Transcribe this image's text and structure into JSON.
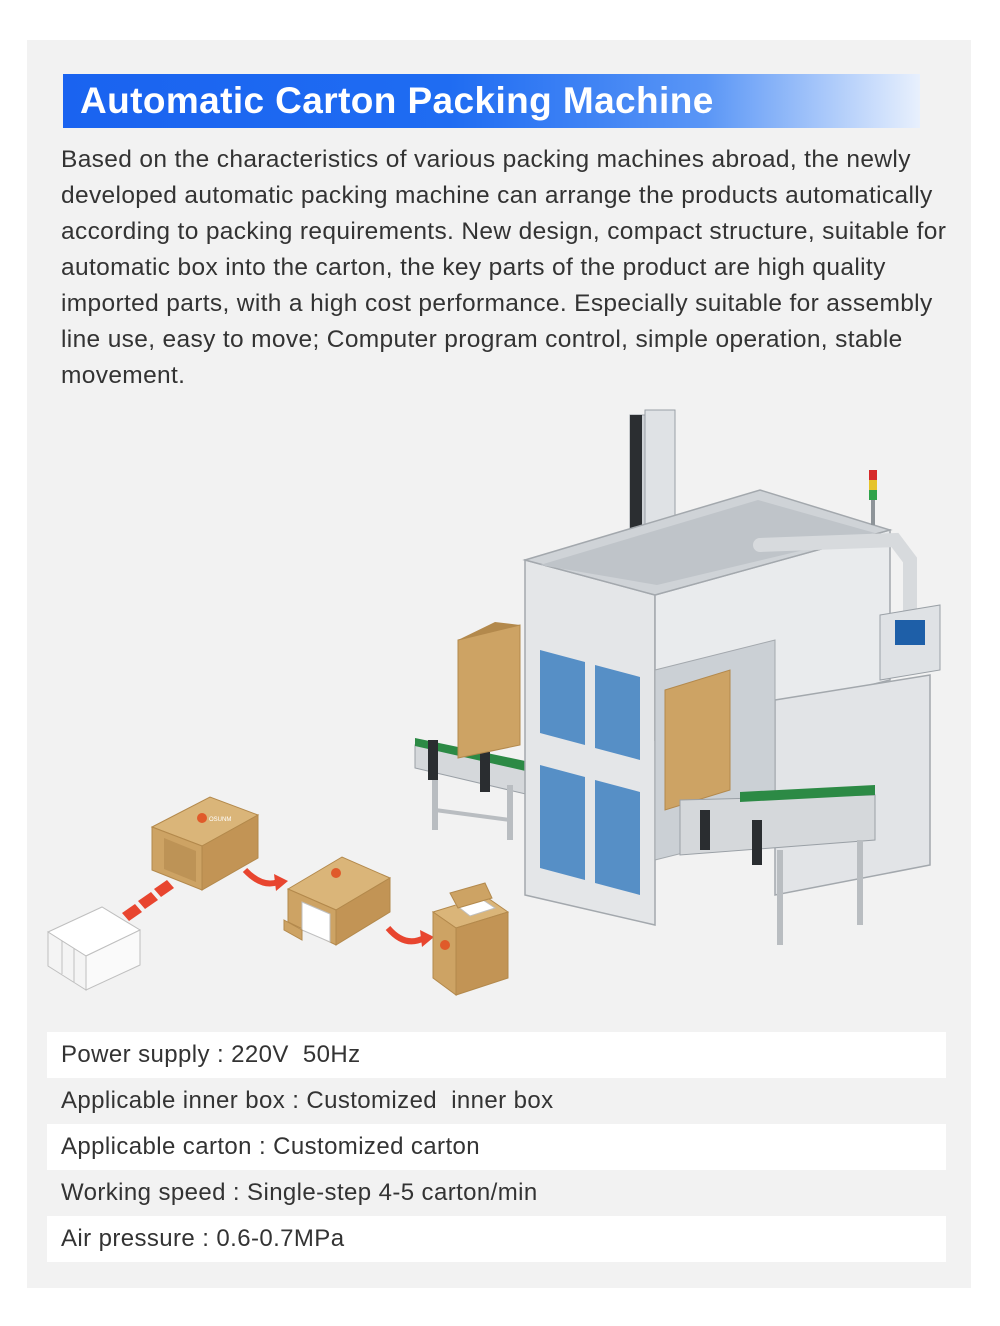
{
  "header": {
    "title": "Automatic Carton Packing Machine"
  },
  "description": "Based on the characteristics of various packing machines abroad, the newly developed automatic packing machine can arrange the products automatically according to packing requirements. New design, compact structure, suitable for automatic box into the carton, the key parts of the product are high quality imported parts, with a high cost performance. Especially suitable for assembly line use, easy to move; Computer program control, simple operation, stable movement.",
  "illustration": {
    "box_brand": "OSUNM",
    "colors": {
      "carton": "#cda364",
      "carton_dark": "#b3894c",
      "machine_frame": "#e4e6e8",
      "glass": "#3d7fbf",
      "arrow": "#e8452f",
      "conveyor_green": "#2c8a45"
    }
  },
  "specs": [
    {
      "text": "Power supply : 220V  50Hz"
    },
    {
      "text": "Applicable inner box : Customized  inner box"
    },
    {
      "text": "Applicable carton : Customized carton"
    },
    {
      "text": "Working speed : Single-step 4-5 carton/min"
    },
    {
      "text": "Air pressure : 0.6-0.7MPa"
    }
  ]
}
